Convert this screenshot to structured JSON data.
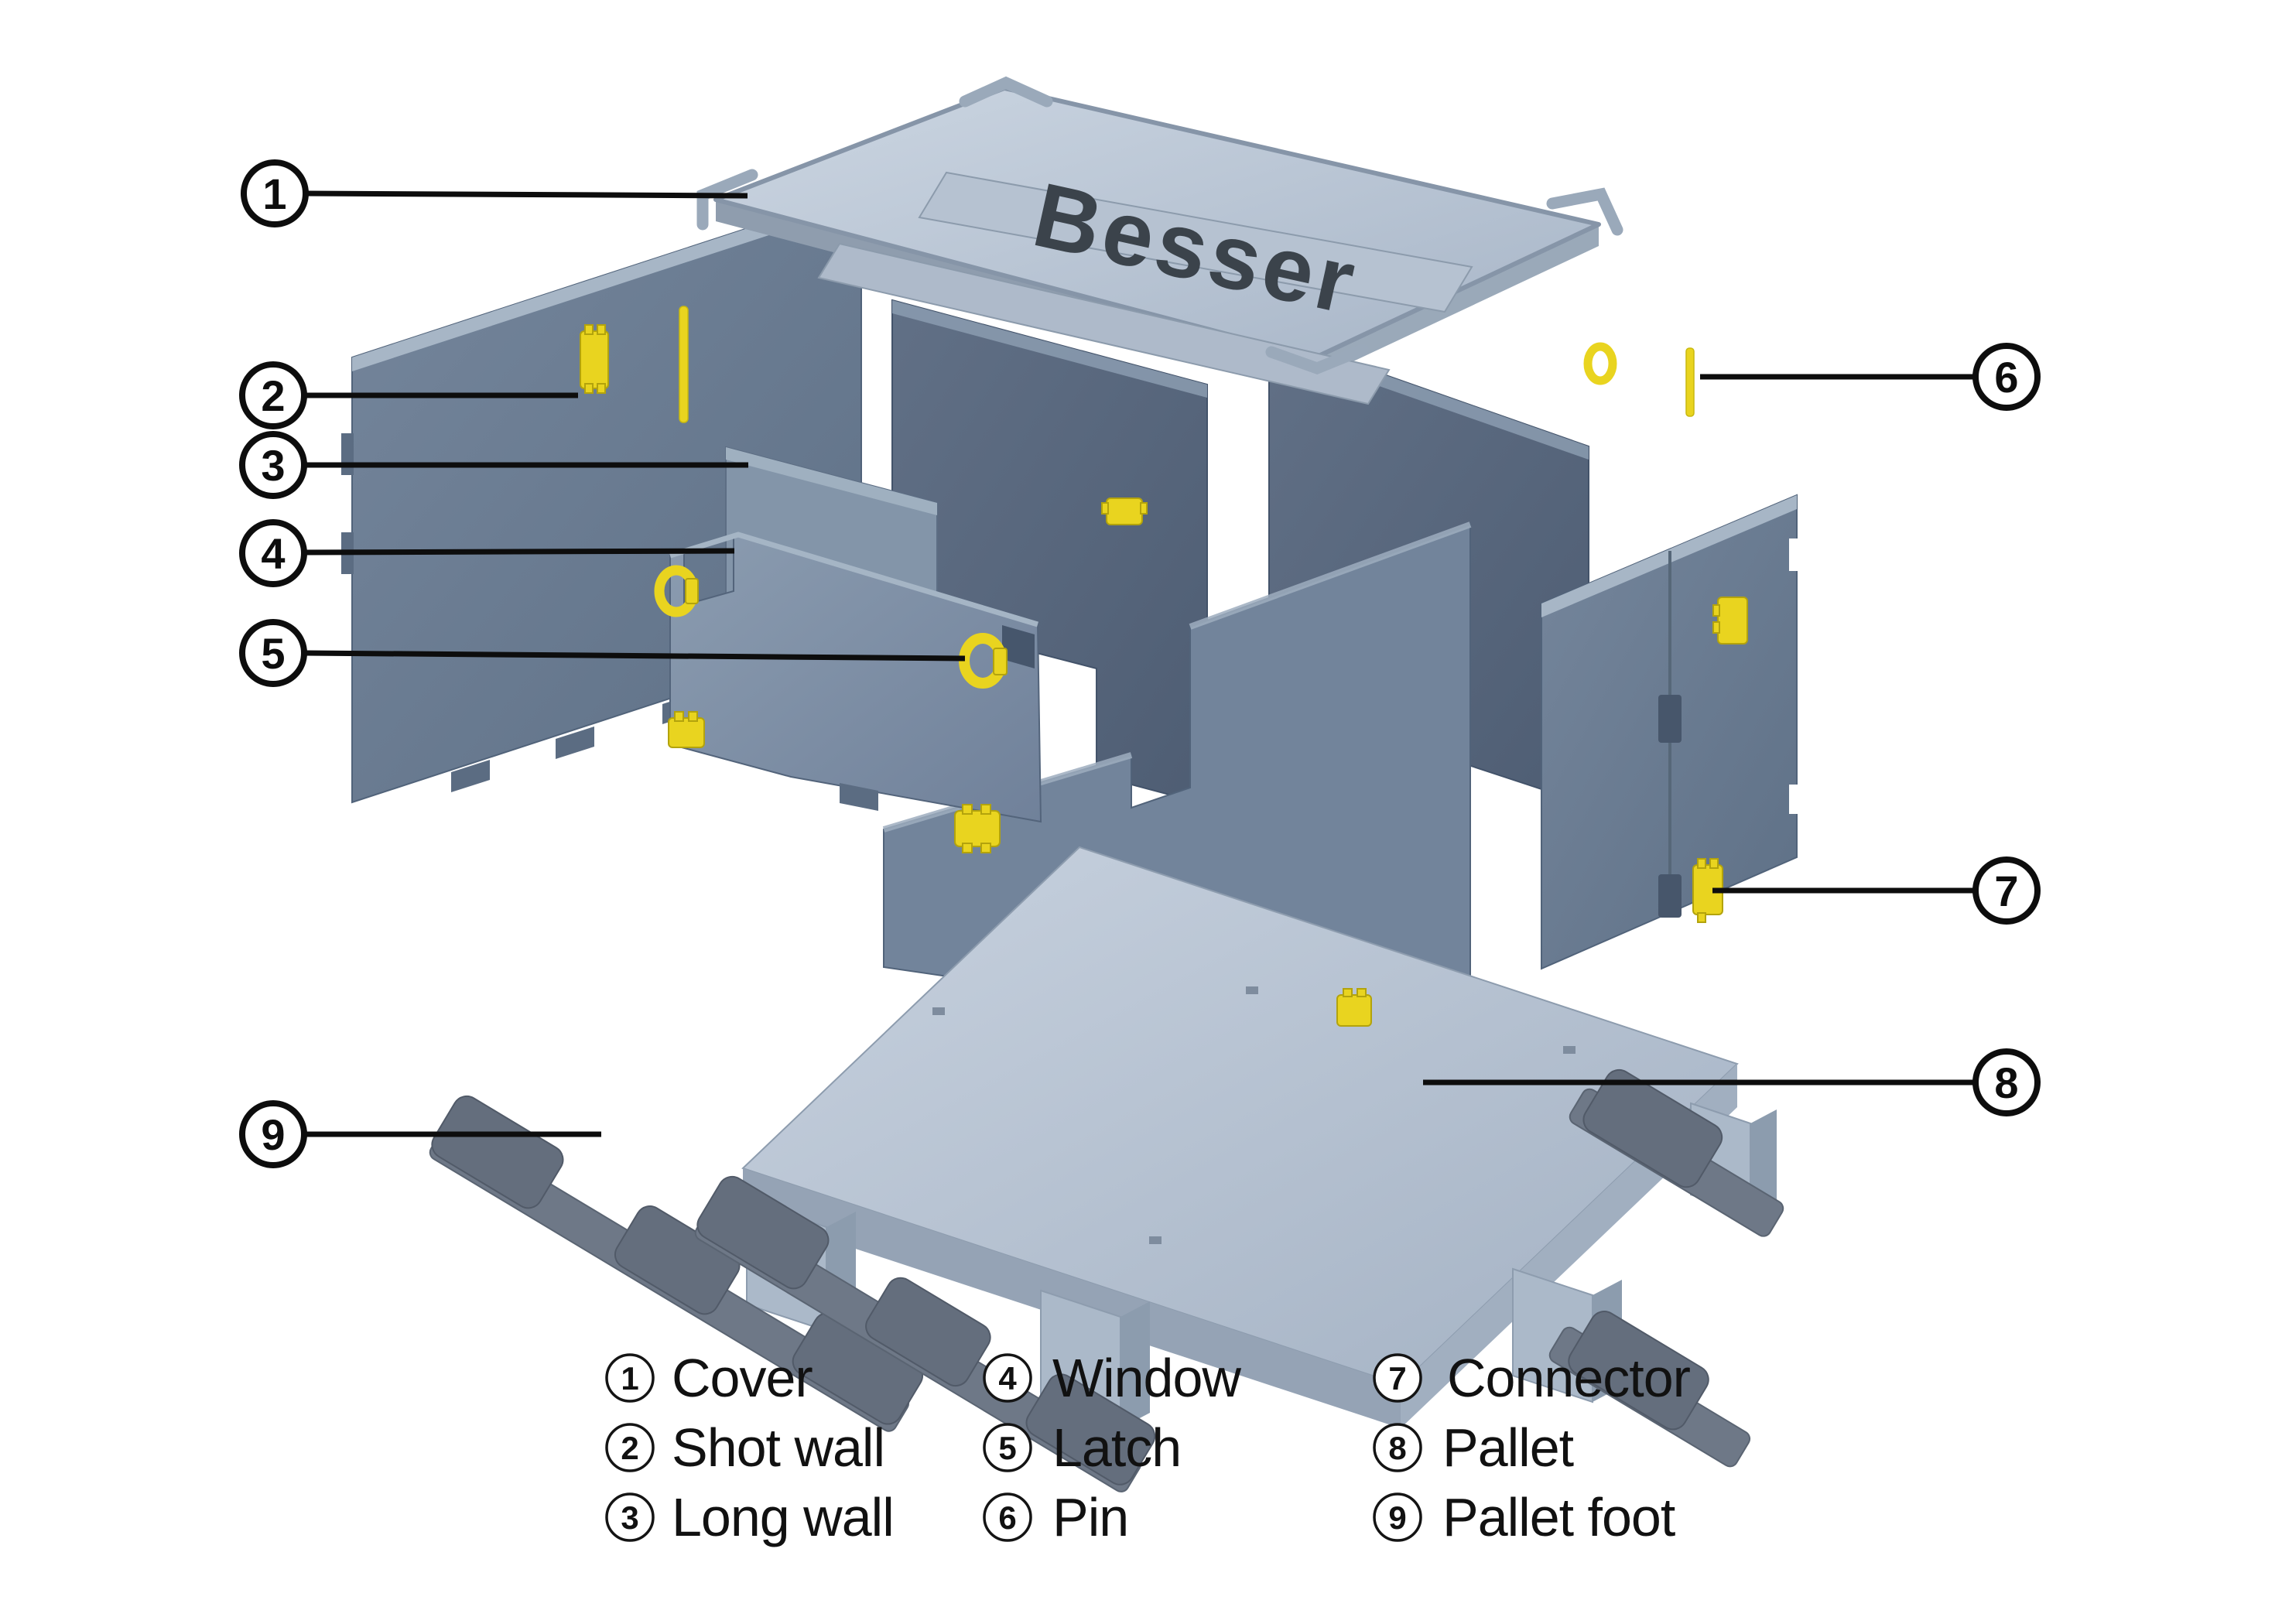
{
  "brand": "Besser",
  "callouts": [
    {
      "number": "1",
      "label": "Cover"
    },
    {
      "number": "2",
      "label": "Shot wall"
    },
    {
      "number": "3",
      "label": "Long wall"
    },
    {
      "number": "4",
      "label": "Window"
    },
    {
      "number": "5",
      "label": "Latch"
    },
    {
      "number": "6",
      "label": "Pin"
    },
    {
      "number": "7",
      "label": "Connector"
    },
    {
      "number": "8",
      "label": "Pallet"
    },
    {
      "number": "9",
      "label": "Pallet foot"
    }
  ],
  "colors": {
    "background": "#ffffff",
    "callout_line": "#0d0d0d",
    "hardware_yellow": "#e9d41f",
    "cover_light": "#b9c4d3",
    "wall_medium": "#6e8096",
    "wall_dark": "#58677d",
    "pallet_deck": "#b4c0cf",
    "pallet_foot": "#6e7887",
    "logo_text": "#3b434b"
  }
}
